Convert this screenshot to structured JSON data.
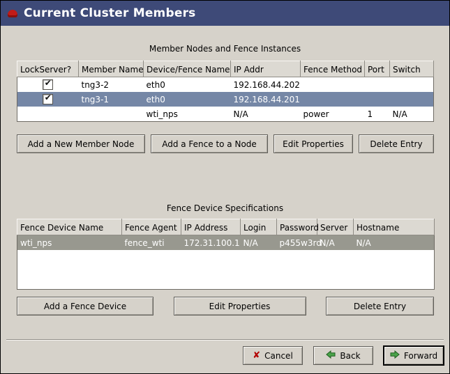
{
  "window": {
    "title": "Current Cluster Members"
  },
  "icons": {
    "check": "✔",
    "cancel": "✘"
  },
  "colors": {
    "titlebar": "#3e4a78",
    "selected_row_active": "#7587a6",
    "selected_row_inactive": "#98988f",
    "background": "#d6d2ca"
  },
  "members": {
    "section_title": "Member Nodes and Fence Instances",
    "columns": [
      "LockServer?",
      "Member Name",
      "Device/Fence Name",
      "IP Addr",
      "Fence Method",
      "Port",
      "Switch"
    ],
    "rows": [
      {
        "lockserver_checked": true,
        "member_name": "tng3-2",
        "device_fence_name": "eth0",
        "ip_addr": "192.168.44.202",
        "fence_method": "",
        "port": "",
        "switch": ""
      },
      {
        "lockserver_checked": true,
        "member_name": "tng3-1",
        "device_fence_name": "eth0",
        "ip_addr": "192.168.44.201",
        "fence_method": "",
        "port": "",
        "switch": "",
        "selected": true
      },
      {
        "lockserver_checked": null,
        "member_name": "",
        "device_fence_name": "wti_nps",
        "ip_addr": "N/A",
        "fence_method": "power",
        "port": "1",
        "switch": "N/A"
      }
    ],
    "buttons": {
      "add_member": "Add a New Member Node",
      "add_fence": "Add a Fence to a Node",
      "edit": "Edit Properties",
      "delete": "Delete Entry"
    }
  },
  "fence_devices": {
    "section_title": "Fence Device Specifications",
    "columns": [
      "Fence Device Name",
      "Fence Agent",
      "IP Address",
      "Login",
      "Password",
      "Server",
      "Hostname"
    ],
    "rows": [
      {
        "name": "wti_nps",
        "agent": "fence_wti",
        "ip_address": "172.31.100.1",
        "login": "N/A",
        "password": "p455w3rd",
        "server": "N/A",
        "hostname": "N/A",
        "selected": true
      }
    ],
    "buttons": {
      "add": "Add a Fence Device",
      "edit": "Edit Properties",
      "delete": "Delete Entry"
    }
  },
  "footer": {
    "cancel": "Cancel",
    "back": "Back",
    "forward": "Forward"
  }
}
